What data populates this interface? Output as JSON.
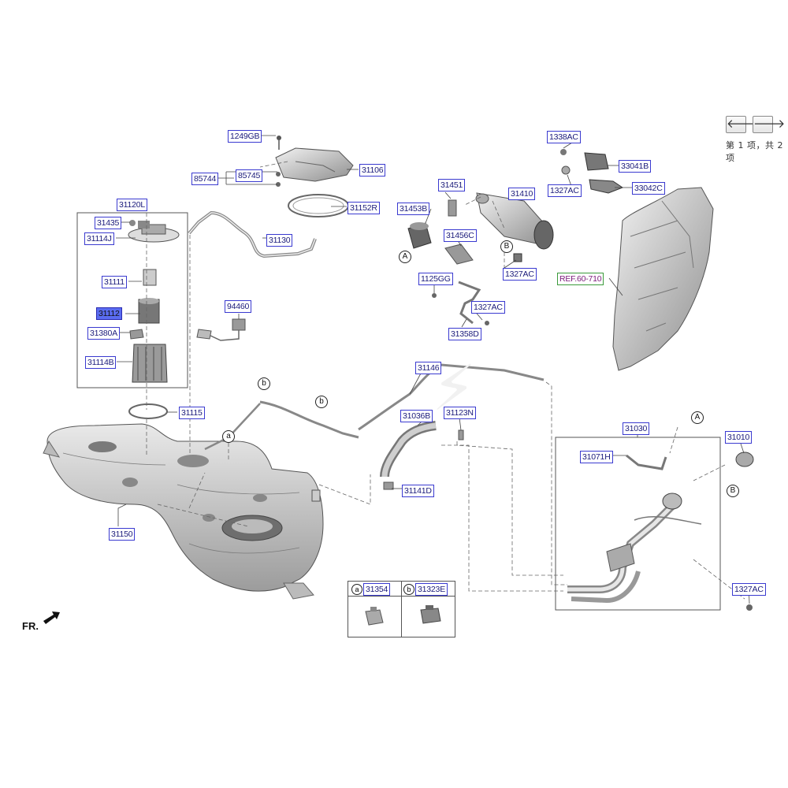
{
  "navigation": {
    "prev_icon": "arrow-left-icon",
    "next_icon": "arrow-right-icon",
    "prev_glyph": "🡐",
    "next_glyph": "🡒",
    "pager_text": "第 1 项，共 2 项"
  },
  "orientation_label": "FR.",
  "parts": [
    {
      "id": "p1249GB",
      "code": "1249GB"
    },
    {
      "id": "p31106",
      "code": "31106"
    },
    {
      "id": "p85744",
      "code": "85744"
    },
    {
      "id": "p85745",
      "code": "85745"
    },
    {
      "id": "p31152R",
      "code": "31152R"
    },
    {
      "id": "p31120L",
      "code": "31120L"
    },
    {
      "id": "p31435",
      "code": "31435"
    },
    {
      "id": "p31114J",
      "code": "31114J"
    },
    {
      "id": "p31130",
      "code": "31130"
    },
    {
      "id": "p31111",
      "code": "31111"
    },
    {
      "id": "p31112",
      "code": "31112",
      "selected": true
    },
    {
      "id": "p94460",
      "code": "94460"
    },
    {
      "id": "p31380A",
      "code": "31380A"
    },
    {
      "id": "p31114B",
      "code": "31114B"
    },
    {
      "id": "p31115",
      "code": "31115"
    },
    {
      "id": "p31150",
      "code": "31150"
    },
    {
      "id": "p31451",
      "code": "31451"
    },
    {
      "id": "p31410",
      "code": "31410"
    },
    {
      "id": "p31453B",
      "code": "31453B"
    },
    {
      "id": "p31456C",
      "code": "31456C"
    },
    {
      "id": "p1327AC_a",
      "code": "1327AC"
    },
    {
      "id": "p1125GG",
      "code": "1125GG"
    },
    {
      "id": "p1327AC_b",
      "code": "1327AC"
    },
    {
      "id": "p31358D",
      "code": "31358D"
    },
    {
      "id": "p31146",
      "code": "31146"
    },
    {
      "id": "p31036B",
      "code": "31036B"
    },
    {
      "id": "p31123N",
      "code": "31123N"
    },
    {
      "id": "p31141D",
      "code": "31141D"
    },
    {
      "id": "p1338AC",
      "code": "1338AC"
    },
    {
      "id": "p33041B",
      "code": "33041B"
    },
    {
      "id": "p1327AC_c",
      "code": "1327AC"
    },
    {
      "id": "p33042C",
      "code": "33042C"
    },
    {
      "id": "pREF",
      "code": "REF.60-710",
      "ref": true
    },
    {
      "id": "p31030",
      "code": "31030"
    },
    {
      "id": "p31010",
      "code": "31010"
    },
    {
      "id": "p31071H",
      "code": "31071H"
    },
    {
      "id": "p1327AC_d",
      "code": "1327AC"
    },
    {
      "id": "p31354",
      "code": "31354"
    },
    {
      "id": "p31323E",
      "code": "31323E"
    }
  ],
  "callouts": [
    {
      "id": "cA1",
      "letter": "A"
    },
    {
      "id": "cB1",
      "letter": "B"
    },
    {
      "id": "cb1",
      "letter": "b"
    },
    {
      "id": "cb2",
      "letter": "b"
    },
    {
      "id": "ca1",
      "letter": "a"
    },
    {
      "id": "cA2",
      "letter": "A"
    },
    {
      "id": "cB2",
      "letter": "B"
    }
  ],
  "legend": {
    "left": {
      "letter": "a",
      "code": "31354"
    },
    "right": {
      "letter": "b",
      "code": "31323E"
    }
  }
}
